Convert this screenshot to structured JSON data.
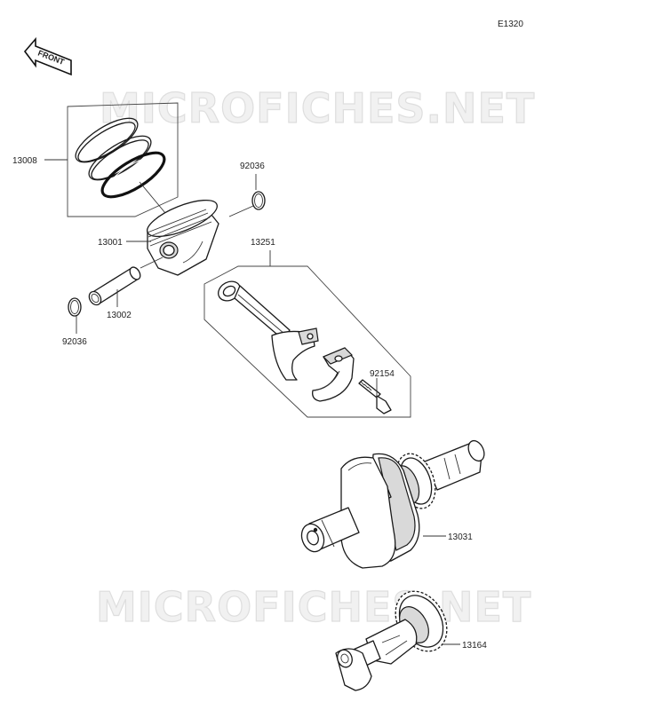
{
  "diagram": {
    "code": "E1320",
    "front_label": "FRONT",
    "watermarks": [
      "MICROFICHES.NET",
      "MICROFICHES.NET"
    ],
    "parts": [
      {
        "id": "piston-ring-set",
        "number": "13008"
      },
      {
        "id": "circlip-right",
        "number": "92036"
      },
      {
        "id": "piston",
        "number": "13001"
      },
      {
        "id": "connecting-rod-assembly",
        "number": "13251"
      },
      {
        "id": "piston-pin",
        "number": "13002"
      },
      {
        "id": "circlip-left",
        "number": "92036"
      },
      {
        "id": "rod-bolt",
        "number": "92154"
      },
      {
        "id": "crankshaft",
        "number": "13031"
      },
      {
        "id": "balancer-shaft",
        "number": "13164"
      }
    ]
  }
}
